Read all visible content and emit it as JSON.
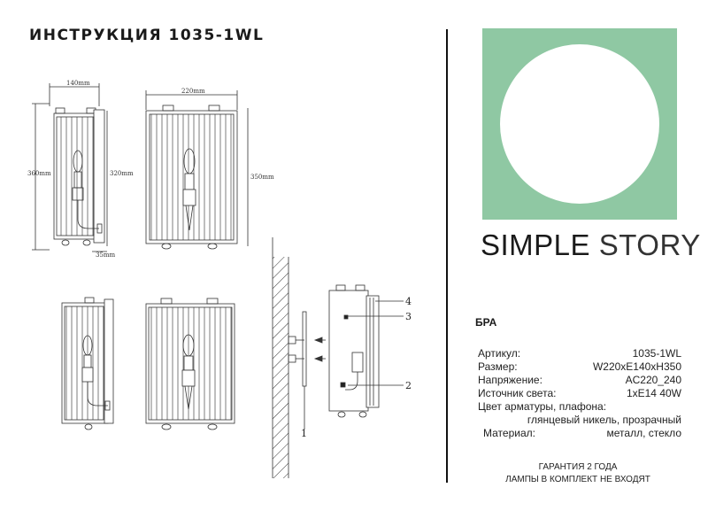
{
  "title": "ИНСТРУКЦИЯ 1035-1WL",
  "brand": {
    "word1": "SIMPLE",
    "word2": "STORY",
    "accent_color": "#8fc8a3"
  },
  "product_type": "БРА",
  "specs": [
    {
      "label": "Артикул:",
      "value": "1035-1WL"
    },
    {
      "label": "Размер:",
      "value": "W220хE140хH350"
    },
    {
      "label": "Напряжение:",
      "value": "AC220_240"
    },
    {
      "label": "Источник света:",
      "value": "1хE14 40W"
    },
    {
      "label": "Цвет арматуры, плафона:",
      "value": ""
    },
    {
      "label": "",
      "value": "глянцевый никель, прозрачный"
    },
    {
      "label": "Материал:",
      "value": "металл,  стекло"
    }
  ],
  "footer": {
    "line1": "ГАРАНТИЯ 2 ГОДА",
    "line2": "ЛАМПЫ В КОМПЛЕКТ НЕ ВХОДЯТ"
  },
  "dimensions": {
    "depth": "140mm",
    "width": "220mm",
    "height_total": "360mm",
    "height_body": "320mm",
    "height_front": "350mm",
    "bottom": "35mm"
  },
  "callouts": [
    "1",
    "2",
    "3",
    "4"
  ]
}
